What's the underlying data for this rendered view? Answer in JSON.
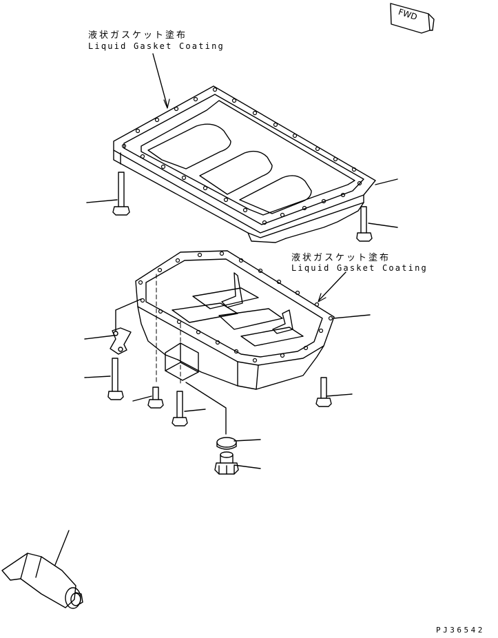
{
  "callouts": [
    {
      "jp": "液状ガスケット塗布",
      "en": "Liquid Gasket Coating"
    },
    {
      "jp": "液状ガスケット塗布",
      "en": "Liquid Gasket Coating"
    }
  ],
  "fwd_marker": "FWD",
  "drawing_code": "PJ36542"
}
